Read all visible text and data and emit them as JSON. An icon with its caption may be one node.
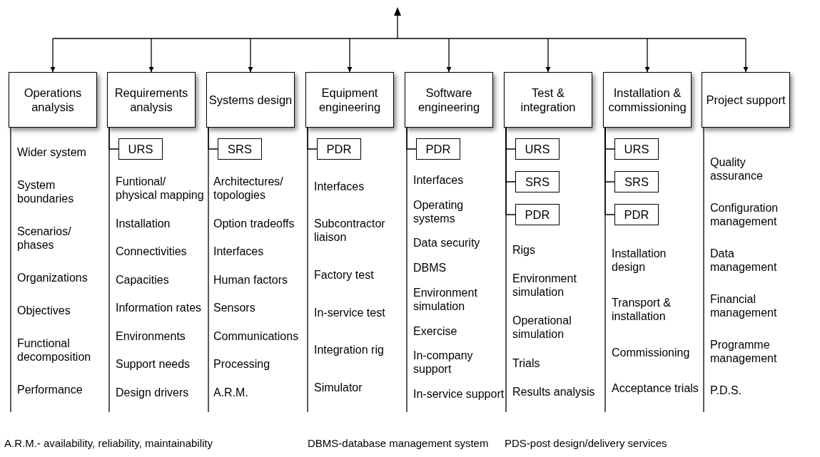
{
  "diagram": {
    "nodes": [
      {
        "text": [
          "Operations analysis"
        ],
        "beside": [
          "Wider system",
          "System boundaries",
          "Scenarios/ phases",
          "Organizations",
          "Objectives",
          "Functional decomposition",
          "Performance"
        ]
      },
      {
        "text": [
          "Requirements analysis"
        ],
        "beside": [
          "Funtional/ physical mapping",
          "Installation",
          "Connectivities",
          "Capacities",
          "Information rates",
          "Environments",
          "Support needs",
          "Design drivers"
        ]
      },
      {
        "text": [
          "Systems design"
        ],
        "beside": [
          "Architectures/ topologies",
          "Option tradeoffs",
          "Interfaces",
          "Human factors",
          "Sensors",
          "Communications",
          "Processing",
          "A.R.M."
        ]
      },
      {
        "text": [
          "Equipment engineering"
        ],
        "beside": [
          "Interfaces",
          "Subcontractor liaison",
          "Factory test",
          "In-service test",
          "Integration rig",
          "Simulator"
        ]
      },
      {
        "text": [
          "Software engineering"
        ],
        "beside": [
          "Interfaces",
          "Operating systems",
          "Data security",
          "DBMS",
          "Environment simulation",
          "Exercise",
          "In-company support",
          "In-service support"
        ]
      },
      {
        "text": [
          "Test & integration"
        ],
        "beside": [
          "Rigs",
          "Environment simulation",
          "Operational simulation",
          "Trials",
          "Results analysis"
        ]
      },
      {
        "text": [
          "Installation & commissioning"
        ],
        "beside": [
          "Installation design",
          "Transport & installation",
          "Commissioning",
          "Acceptance trials"
        ]
      },
      {
        "text": [
          "Project support"
        ],
        "beside": [
          "Quality assurance",
          "Configuration management",
          "Data management",
          "Financial management",
          "Programme management",
          "P.D.S."
        ]
      },
      {
        "text": [
          "URS"
        ]
      },
      {
        "text": [
          "SRS"
        ]
      },
      {
        "text": [
          "PDR"
        ]
      },
      {
        "text": [
          "PDR"
        ]
      },
      {
        "text": [
          "URS"
        ]
      },
      {
        "text": [
          "SRS"
        ]
      },
      {
        "text": [
          "PDR"
        ]
      },
      {
        "text": [
          "URS"
        ]
      },
      {
        "text": [
          "SRS"
        ]
      },
      {
        "text": [
          "PDR"
        ]
      }
    ],
    "edges": [
      {
        "from": null,
        "to": 0,
        "arrow": "to"
      },
      {
        "from": null,
        "to": 1,
        "arrow": "to"
      },
      {
        "from": null,
        "to": 2,
        "arrow": "to"
      },
      {
        "from": null,
        "to": 3,
        "arrow": "to"
      },
      {
        "from": null,
        "to": 4,
        "arrow": "to"
      },
      {
        "from": null,
        "to": 5,
        "arrow": "to"
      },
      {
        "from": null,
        "to": 6,
        "arrow": "to"
      },
      {
        "from": null,
        "to": 7,
        "arrow": "to"
      },
      {
        "from": 1,
        "to": 8,
        "arrow": "none"
      },
      {
        "from": 2,
        "to": 9,
        "arrow": "none"
      },
      {
        "from": 3,
        "to": 10,
        "arrow": "none"
      },
      {
        "from": 4,
        "to": 11,
        "arrow": "none"
      },
      {
        "from": 5,
        "to": 12,
        "arrow": "none"
      },
      {
        "from": 5,
        "to": 13,
        "arrow": "none"
      },
      {
        "from": 5,
        "to": 14,
        "arrow": "none"
      },
      {
        "from": 6,
        "to": 15,
        "arrow": "none"
      },
      {
        "from": 6,
        "to": 16,
        "arrow": "none"
      },
      {
        "from": 6,
        "to": 17,
        "arrow": "none"
      }
    ],
    "labels": [
      "A.R.M.- availability, reliability, maintainability",
      "DBMS-database management system",
      "PDS-post design/delivery services"
    ]
  }
}
